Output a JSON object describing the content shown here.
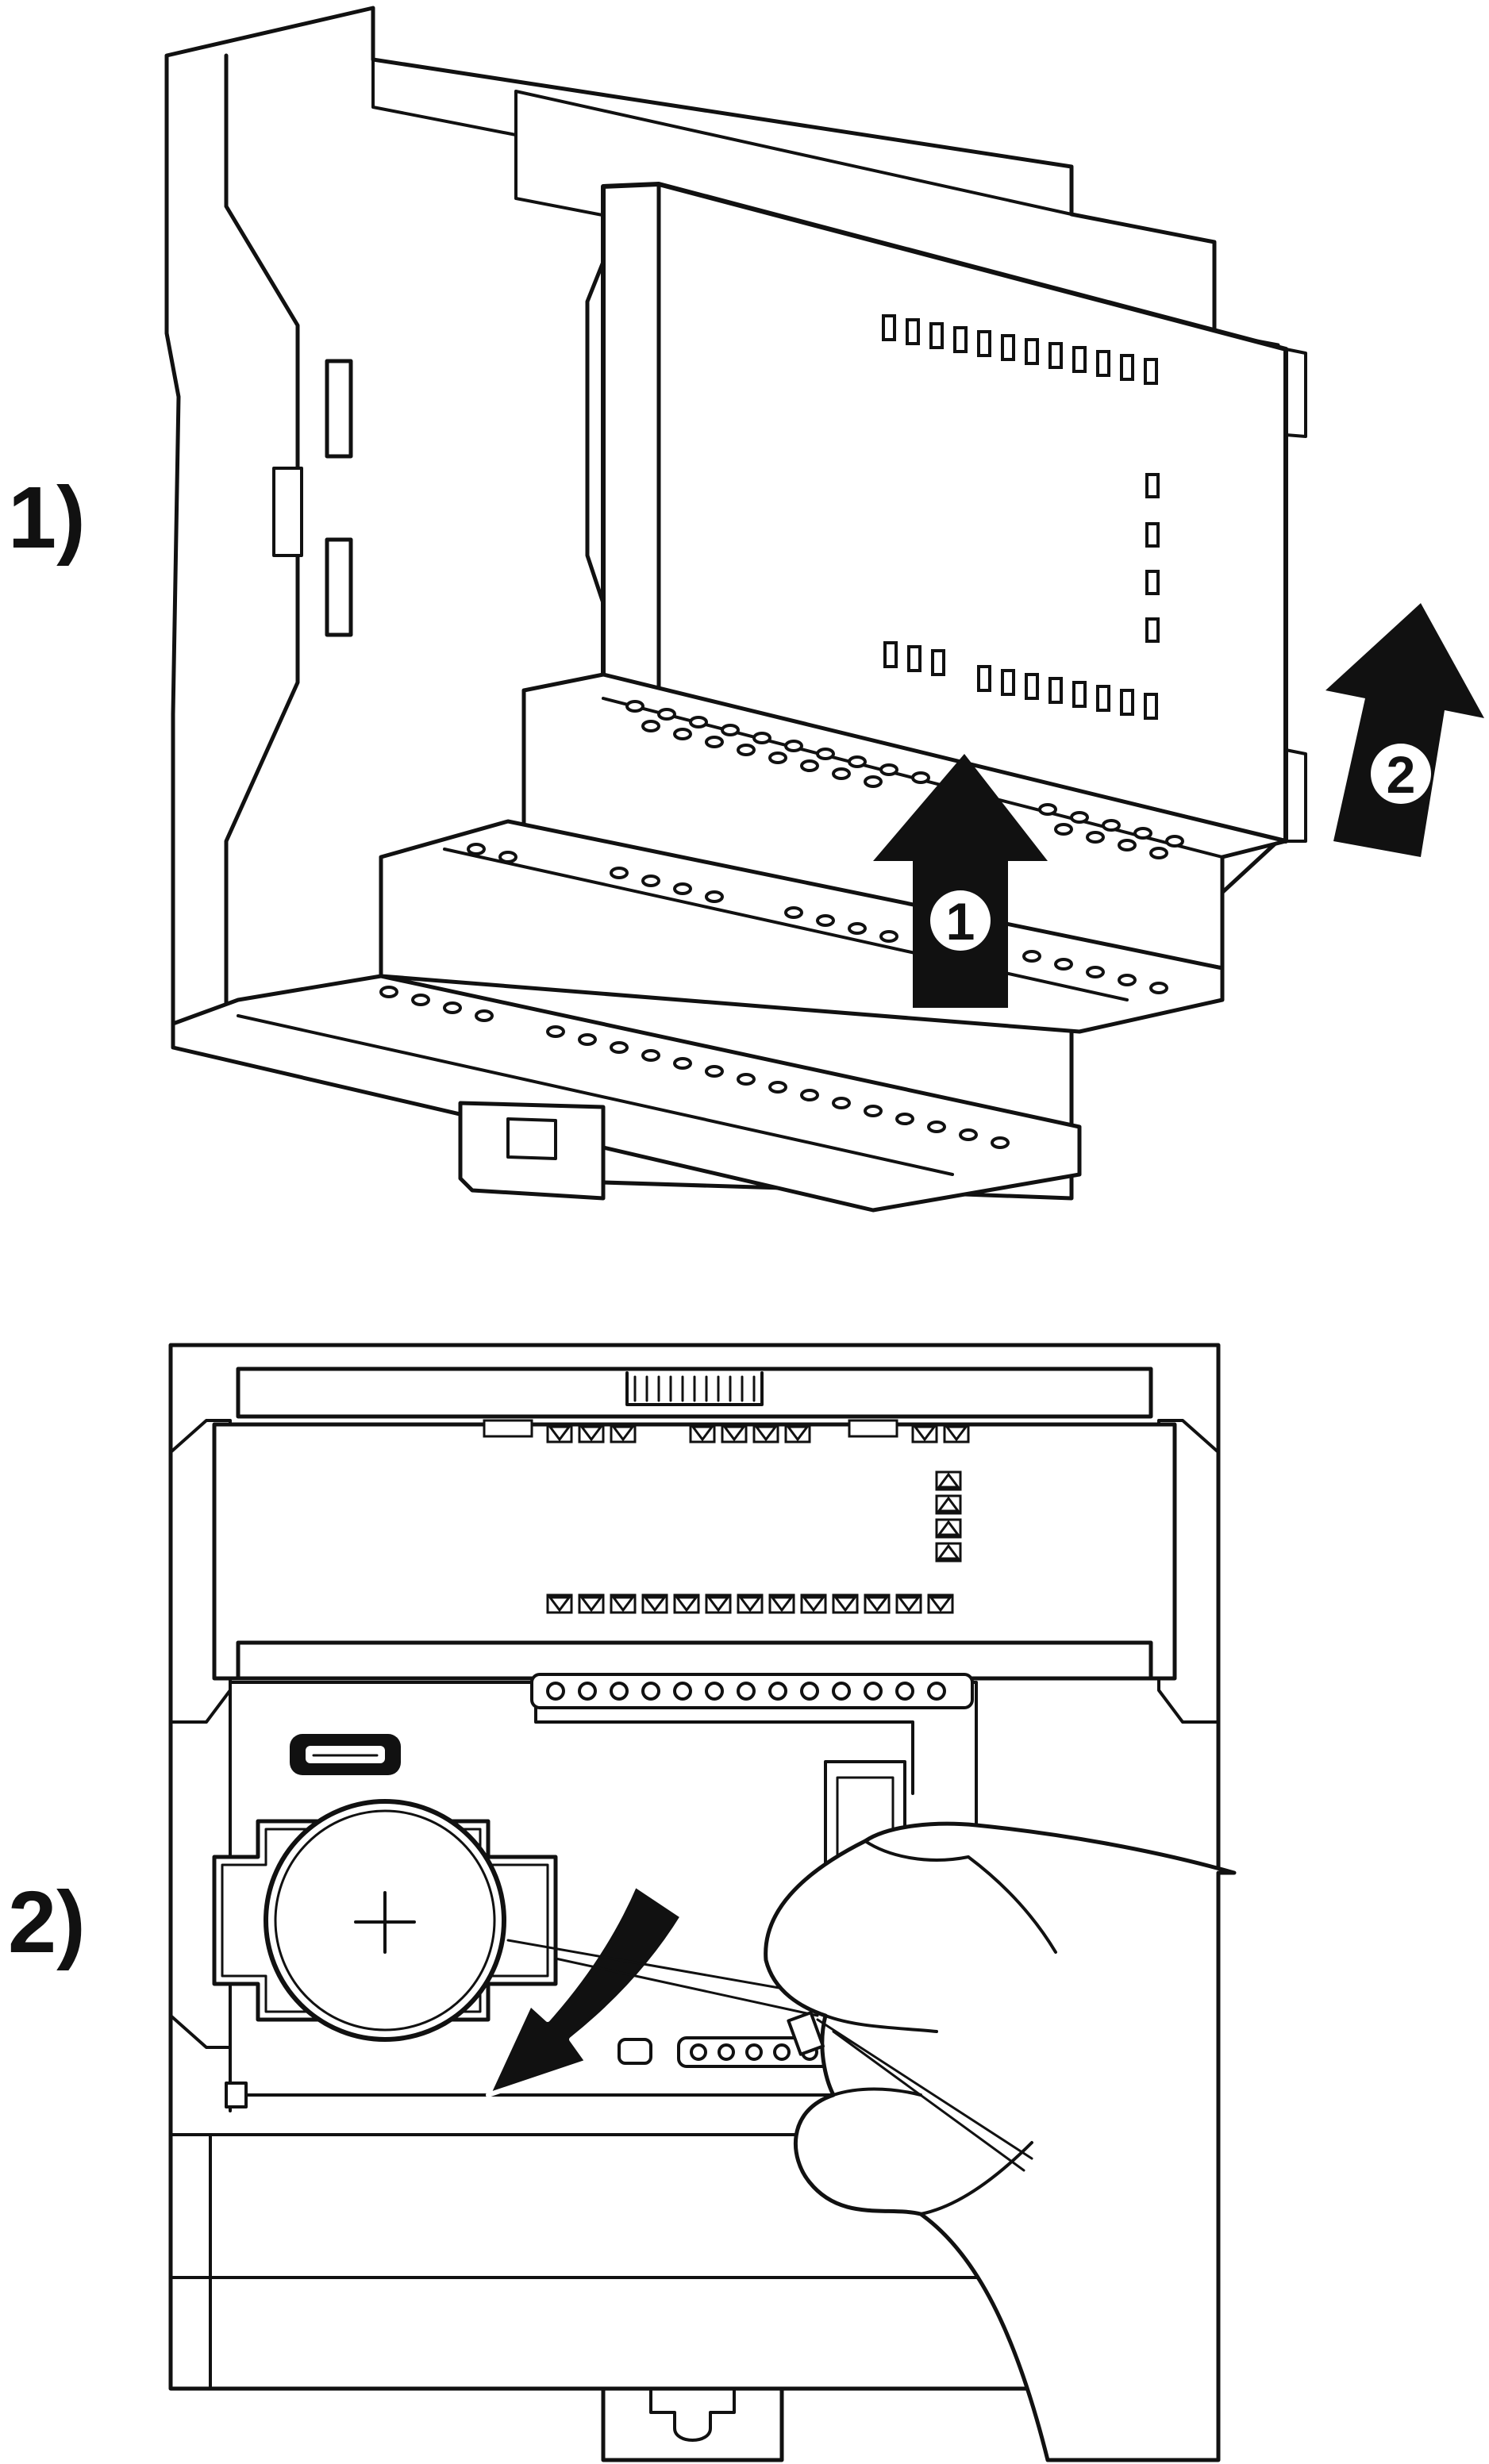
{
  "steps": [
    {
      "label": "1)",
      "arrows": [
        "1",
        "2"
      ]
    },
    {
      "label": "2)"
    }
  ],
  "colors": {
    "line": "#111111",
    "background": "#ffffff",
    "arrow_fill": "#111111",
    "arrow_text": "#ffffff"
  },
  "icons": [
    "arrow-up-icon",
    "arrow-curved-down-icon",
    "battery-plus-icon",
    "usb-port-icon",
    "hand-icon"
  ]
}
